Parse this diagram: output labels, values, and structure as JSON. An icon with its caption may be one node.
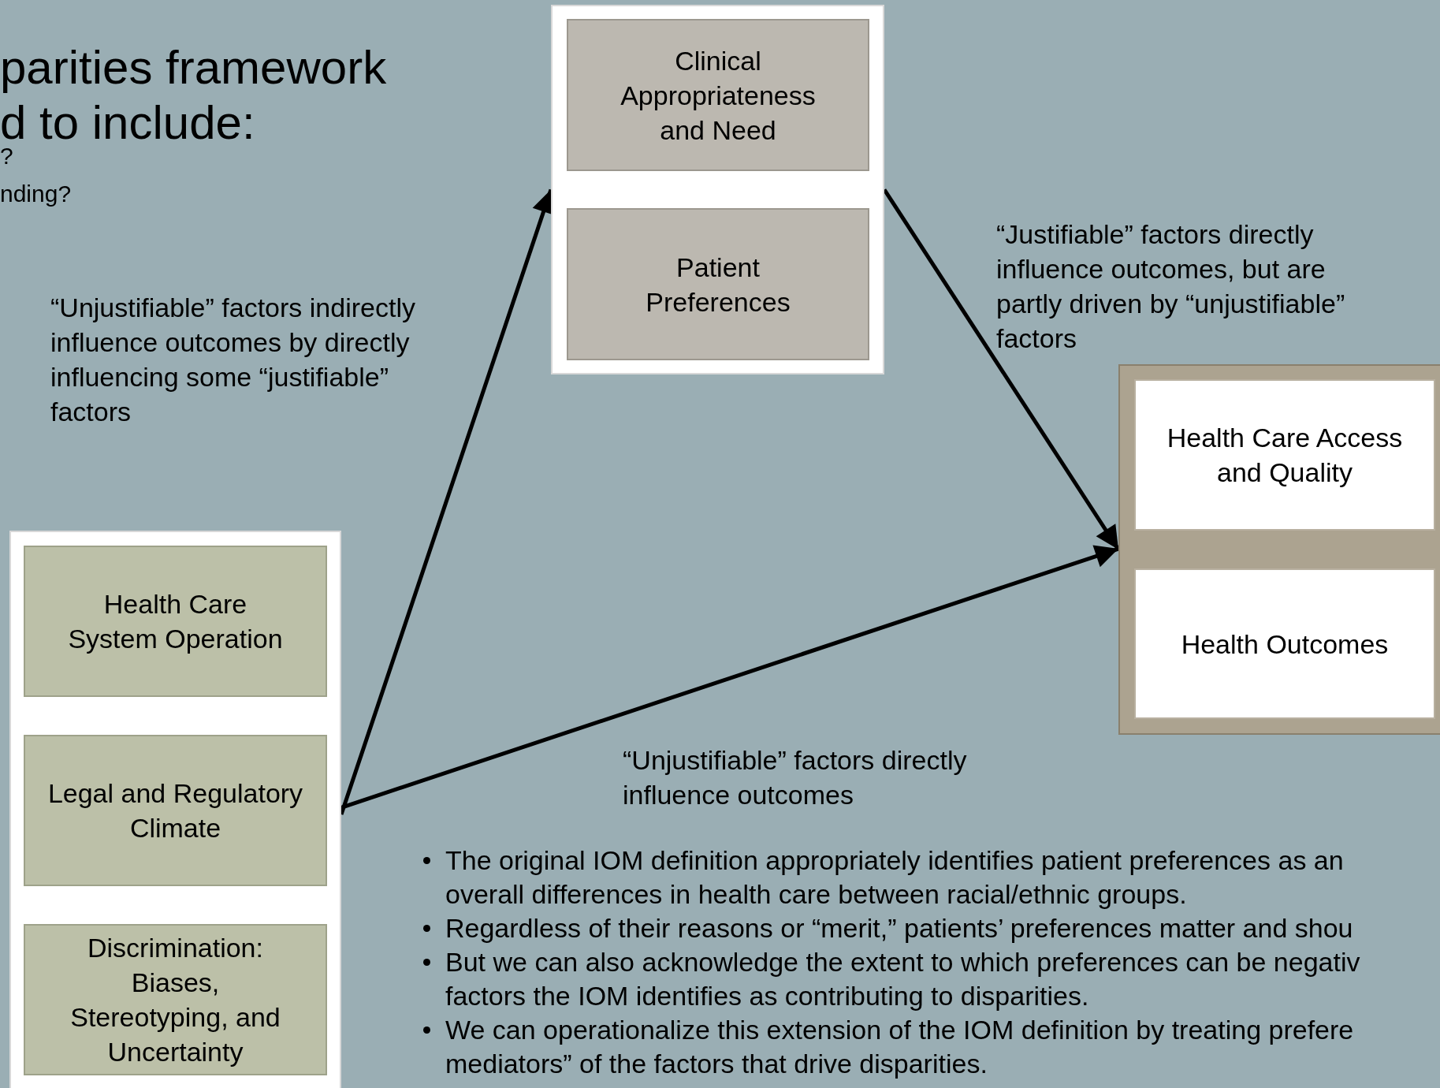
{
  "diagram": {
    "nodes": [
      {
        "text": [],
        "shape": "box"
      },
      {
        "text": [
          "Clinical Appropriateness and Need"
        ],
        "in": 0
      },
      {
        "text": [
          "Patient Preferences"
        ],
        "in": 0
      },
      {
        "text": [],
        "shape": "box"
      },
      {
        "text": [
          "Health Care Access and Quality"
        ],
        "in": 3
      },
      {
        "text": [
          "Health Outcomes"
        ],
        "in": 3
      },
      {
        "text": [],
        "shape": "box"
      },
      {
        "text": [
          "Health Care System Operation"
        ],
        "in": 6
      },
      {
        "text": [
          "Legal and Regulatory Climate"
        ],
        "in": 6
      },
      {
        "text": [
          "Discrimination: Biases, Stereotyping, and Uncertainty"
        ],
        "in": 6
      }
    ],
    "edges": [
      {
        "from": 6,
        "to": 0,
        "arrow": "to",
        "label": "“Unjustifiable” factors indirectly influence outcomes by directly influencing some “justifiable” factors"
      },
      {
        "from": 0,
        "to": 3,
        "arrow": "to",
        "label": "“Justifiable” factors directly influence outcomes, but are partly driven by “unjustifiable” factors"
      },
      {
        "from": 6,
        "to": 3,
        "arrow": "to",
        "label": "“Unjustifiable” factors directly influence outcomes"
      }
    ],
    "labels": [
      "parities framework",
      "d to include:",
      "?",
      "nding?",
      "The original IOM definition appropriately identifies patient preferences as an overall differences in health care between racial/ethnic groups.",
      "Regardless of their reasons or “merit,” patients’ preferences matter and shou",
      "But we can also acknowledge the extent to which preferences can be negativ factors the IOM identifies as contributing to disparities.",
      "We can operationalize this extension of the IOM definition by treating prefere mediators” of the factors that drive disparities."
    ]
  }
}
